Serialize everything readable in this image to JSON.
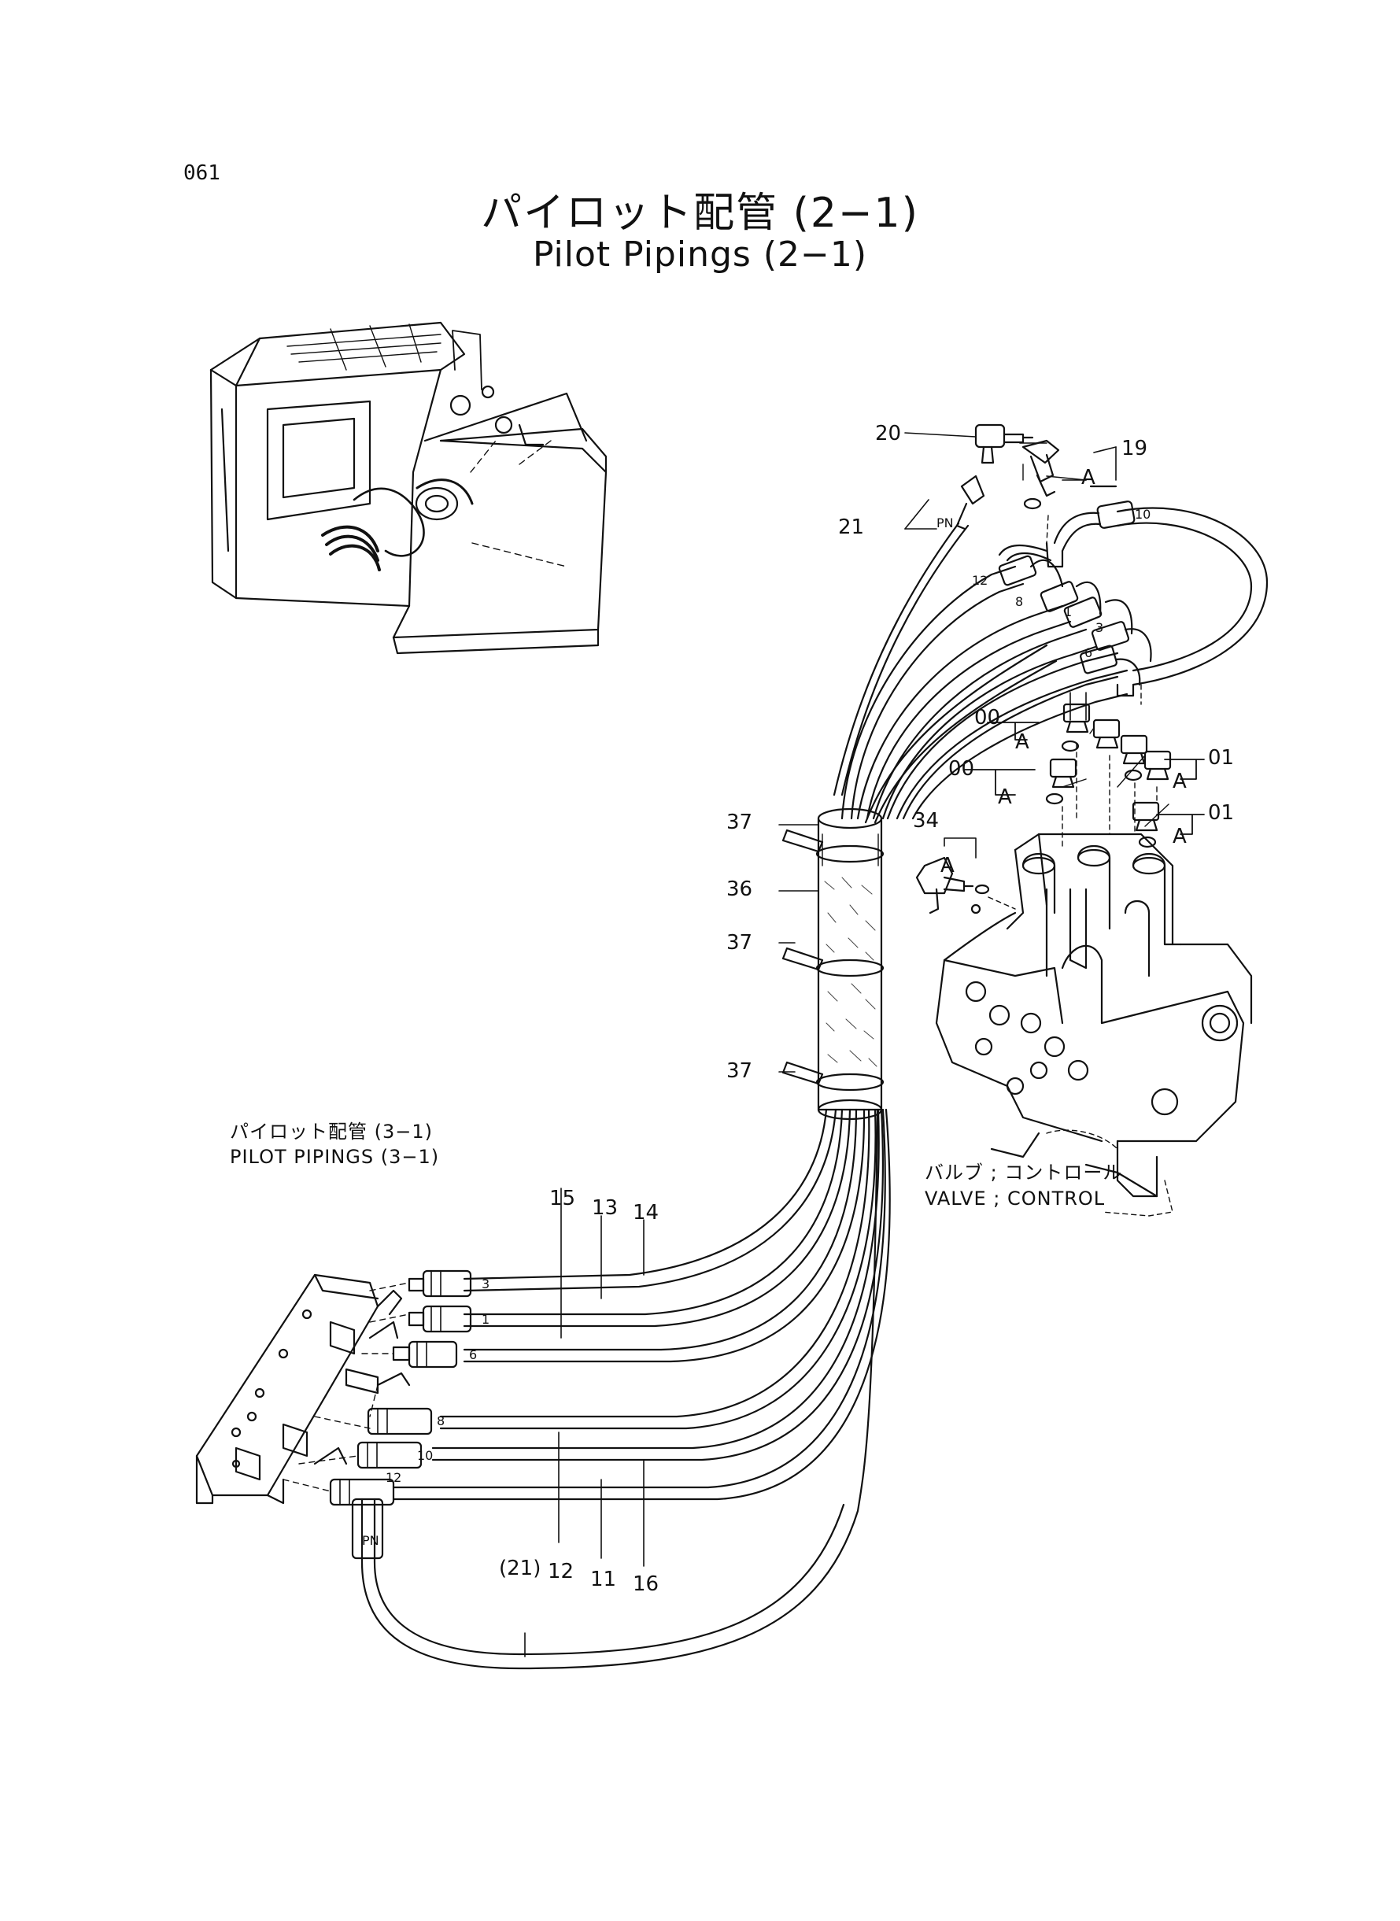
{
  "page": {
    "number": "061",
    "title_jp": "パイロット配管 (2−1)",
    "title_en": "Pilot Pipings (2−1)"
  },
  "references": {
    "pilot_3_1_jp": "パイロット配管 (3−1)",
    "pilot_3_1_en": "PILOT PIPINGS (3−1)",
    "valve_jp": "バルブ ; コントロール",
    "valve_en": "VALVE ; CONTROL"
  },
  "callouts": {
    "c20": "20",
    "c19": "19",
    "c21": "21",
    "c21pn": "PN",
    "cA1": "A",
    "cA2": "A",
    "cA3": "A",
    "cA4": "A",
    "cA5": "A",
    "cA6": "A",
    "c00a": "00",
    "c00b": "00",
    "c01a": "01",
    "c01b": "01",
    "c34": "34",
    "c37a": "37",
    "c36": "36",
    "c37b": "37",
    "c37c": "37",
    "c15": "15",
    "c13": "13",
    "c14": "14",
    "c12b": "12",
    "c11": "11",
    "c16": "16",
    "c21b": "(21)",
    "cPN2": "PN"
  },
  "hose_marks": {
    "top": [
      "12",
      "8",
      "1",
      "3",
      "6",
      "10"
    ],
    "bottom": [
      "3",
      "1",
      "6",
      "8",
      "10",
      "12"
    ]
  }
}
